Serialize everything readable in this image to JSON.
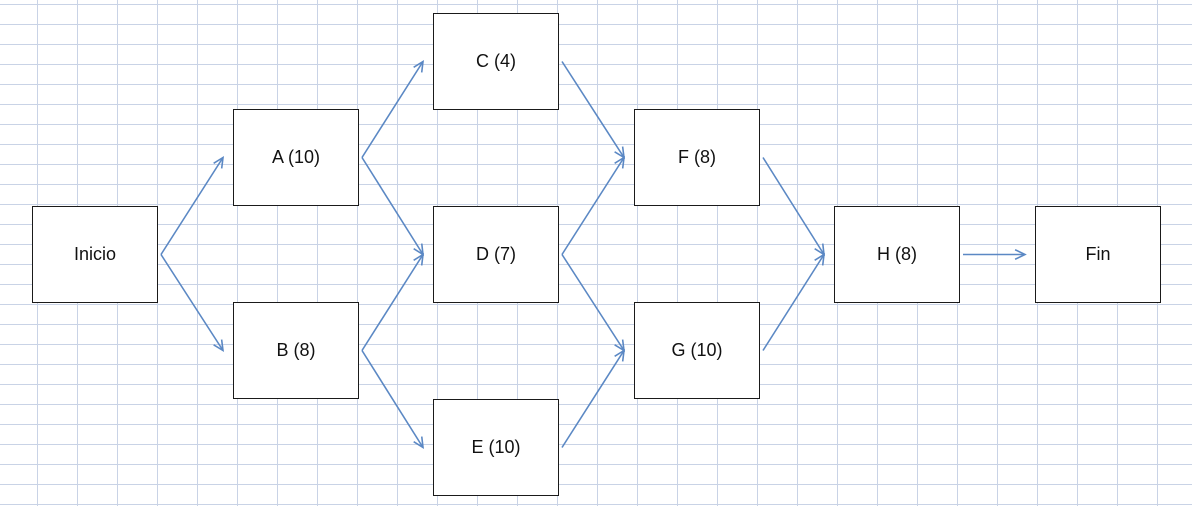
{
  "diagram": {
    "colors": {
      "grid": "#c9d3e6",
      "arrow": "#5b88c4",
      "node_border": "#1a1a1a",
      "text": "#111111"
    },
    "nodes": [
      {
        "id": "inicio",
        "label": "Inicio"
      },
      {
        "id": "a",
        "label": "A (10)"
      },
      {
        "id": "b",
        "label": "B (8)"
      },
      {
        "id": "c",
        "label": "C (4)"
      },
      {
        "id": "d",
        "label": "D (7)"
      },
      {
        "id": "e",
        "label": "E (10)"
      },
      {
        "id": "f",
        "label": "F (8)"
      },
      {
        "id": "g",
        "label": "G (10)"
      },
      {
        "id": "h",
        "label": "H (8)"
      },
      {
        "id": "fin",
        "label": "Fin"
      }
    ],
    "edges": [
      {
        "from": "inicio",
        "to": "a"
      },
      {
        "from": "inicio",
        "to": "b"
      },
      {
        "from": "a",
        "to": "c"
      },
      {
        "from": "a",
        "to": "d"
      },
      {
        "from": "b",
        "to": "d"
      },
      {
        "from": "b",
        "to": "e"
      },
      {
        "from": "c",
        "to": "f"
      },
      {
        "from": "d",
        "to": "f"
      },
      {
        "from": "d",
        "to": "g"
      },
      {
        "from": "e",
        "to": "g"
      },
      {
        "from": "f",
        "to": "h"
      },
      {
        "from": "g",
        "to": "h"
      },
      {
        "from": "h",
        "to": "fin"
      }
    ]
  }
}
